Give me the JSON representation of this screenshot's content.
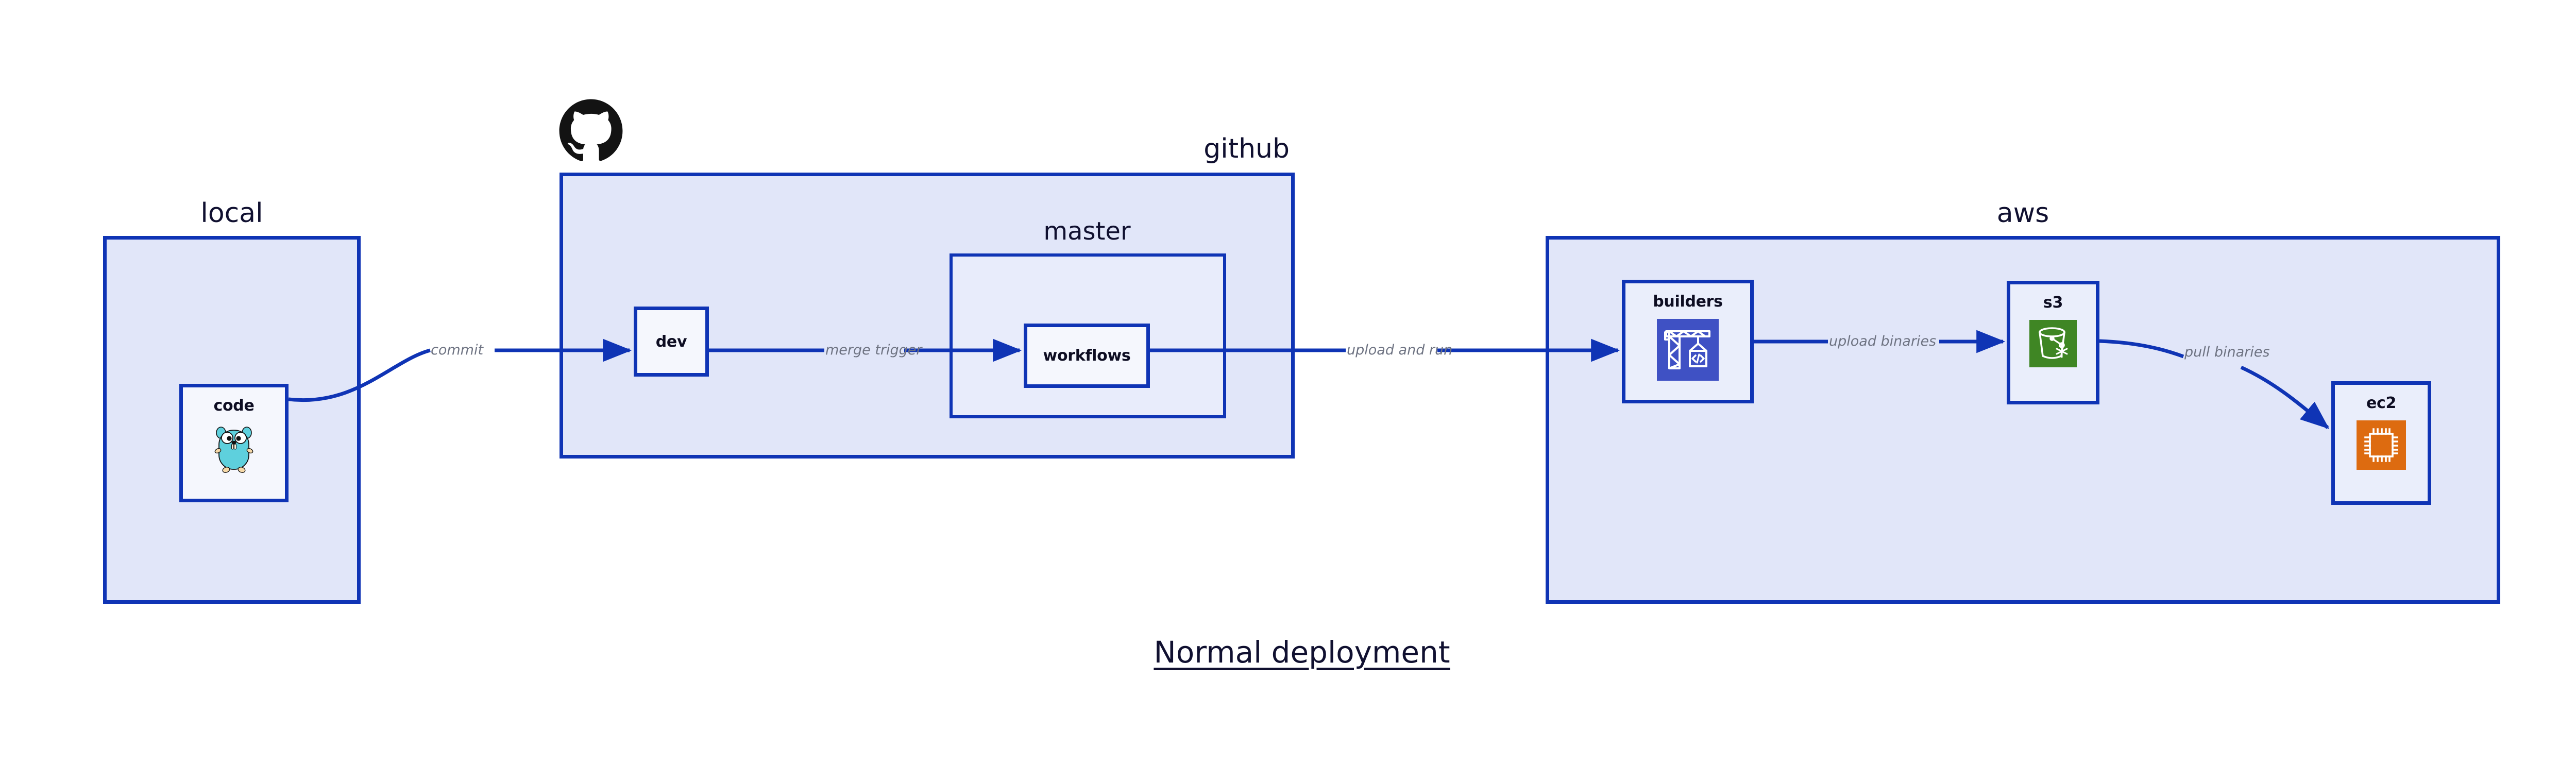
{
  "diagram": {
    "title": "Normal deployment",
    "accent_border": "#0f34b5",
    "group_fill": "#e1e6f9",
    "node_fill": "#eaeefb",
    "label_color": "#6e7382"
  },
  "groups": [
    {
      "id": "local",
      "label": "local"
    },
    {
      "id": "github",
      "label": "github"
    },
    {
      "id": "aws",
      "label": "aws"
    }
  ],
  "subgroups": [
    {
      "id": "master",
      "label": "master"
    }
  ],
  "nodes": [
    {
      "id": "code",
      "label": "code",
      "icon": "go-gopher-icon",
      "group": "local"
    },
    {
      "id": "dev",
      "label": "dev",
      "icon": "",
      "group": "github"
    },
    {
      "id": "workflows",
      "label": "workflows",
      "icon": "",
      "group": "master"
    },
    {
      "id": "builders",
      "label": "builders",
      "icon": "crane-code-icon",
      "group": "aws"
    },
    {
      "id": "s3",
      "label": "s3",
      "icon": "s3-bucket-icon",
      "group": "aws"
    },
    {
      "id": "ec2",
      "label": "ec2",
      "icon": "cpu-chip-icon",
      "group": "aws"
    }
  ],
  "edges": [
    {
      "id": "commit",
      "label": "commit",
      "from": "code",
      "to": "dev"
    },
    {
      "id": "merge-trigger",
      "label": "merge trigger",
      "from": "dev",
      "to": "workflows"
    },
    {
      "id": "upload-run",
      "label": "upload and run",
      "from": "workflows",
      "to": "builders"
    },
    {
      "id": "upload-bin",
      "label": "upload binaries",
      "from": "builders",
      "to": "s3"
    },
    {
      "id": "pull-bin",
      "label": "pull binaries",
      "from": "s3",
      "to": "ec2"
    }
  ],
  "icons": {
    "github_logo": "github-octocat-icon",
    "builders_bg": "#3f51c4",
    "s3_bg": "#3f8624",
    "ec2_bg": "#dd6b10",
    "gopher_body": "#5ed0dd"
  }
}
